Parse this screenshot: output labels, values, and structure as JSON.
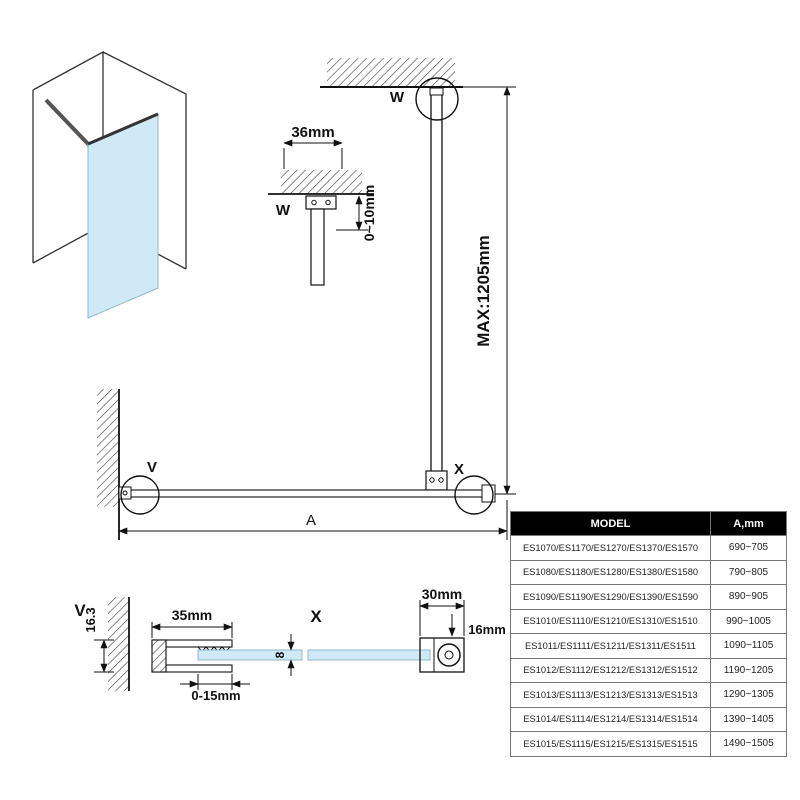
{
  "labels": {
    "detail_w": "W",
    "marker_w": "W",
    "marker_v": "V",
    "marker_x": "X",
    "detail_v": "V",
    "detail_x": "X"
  },
  "dimensions": {
    "bracket_width": "36mm",
    "ceiling_gap": "0~10mm",
    "max_bar": "MAX:1205mm",
    "span": "A",
    "v_profile_height": "16.3",
    "v_profile_width": "35mm",
    "v_glass_thickness": "8",
    "v_adjust_range": "0-15mm",
    "x_clamp_width": "30mm",
    "x_clamp_height": "16mm"
  },
  "table": {
    "headers": [
      "MODEL",
      "A,mm"
    ],
    "rows": [
      {
        "model": "ES1070/ES1170/ES1270/ES1370/ES1570",
        "a_mm": "690~705"
      },
      {
        "model": "ES1080/ES1180/ES1280/ES1380/ES1580",
        "a_mm": "790~805"
      },
      {
        "model": "ES1090/ES1190/ES1290/ES1390/ES1590",
        "a_mm": "890~905"
      },
      {
        "model": "ES1010/ES1110/ES1210/ES1310/ES1510",
        "a_mm": "990~1005"
      },
      {
        "model": "ES1011/ES1111/ES1211/ES1311/ES1511",
        "a_mm": "1090~1105"
      },
      {
        "model": "ES1012/ES1112/ES1212/ES1312/ES1512",
        "a_mm": "1190~1205"
      },
      {
        "model": "ES1013/ES1113/ES1213/ES1313/ES1513",
        "a_mm": "1290~1305"
      },
      {
        "model": "ES1014/ES1114/ES1214/ES1314/ES1514",
        "a_mm": "1390~1405"
      },
      {
        "model": "ES1015/ES1115/ES1215/ES1315/ES1515",
        "a_mm": "1490~1505"
      }
    ]
  },
  "colors": {
    "glass": "#cfe9f6",
    "line": "#111111",
    "table_header_bg": "#000000",
    "table_header_text": "#ffffff"
  }
}
